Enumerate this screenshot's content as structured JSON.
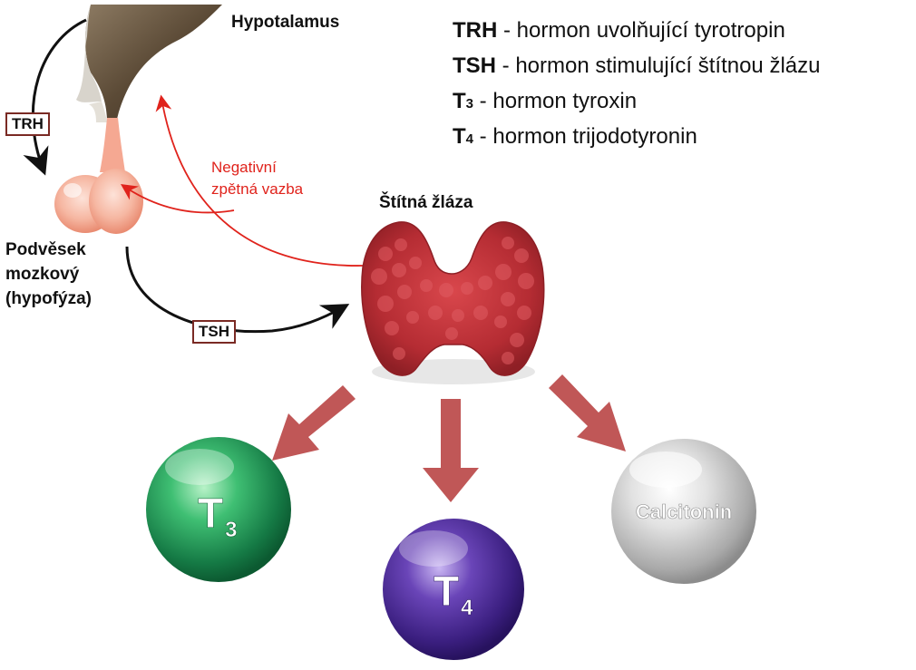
{
  "labels": {
    "hypothalamus": "Hypotalamus",
    "pituitary": [
      "Podvěsek",
      "mozkový",
      "(hypofýza)"
    ],
    "thyroid": "Štítná žláza",
    "negative_feedback": [
      "Negativní",
      "zpětná vazba"
    ],
    "trh_box": "TRH",
    "tsh_box": "TSH"
  },
  "legend": [
    {
      "code": "TRH",
      "sub": "",
      "desc": " - hormon uvolňující tyrotropin"
    },
    {
      "code": "TSH",
      "sub": "",
      "desc": " - hormon stimulující štítnou žlázu"
    },
    {
      "code": "T",
      "sub": "3",
      "desc": " - hormon tyroxin"
    },
    {
      "code": "T",
      "sub": "4",
      "desc": " - hormon trijodotyronin"
    }
  ],
  "spheres": {
    "t3": {
      "main": "T",
      "sub": "3"
    },
    "t4": {
      "main": "T",
      "sub": "4"
    },
    "calcitonin": {
      "main": "Calcitonin"
    }
  },
  "colors": {
    "feedback_red": "#e0231c",
    "arrow_black": "#111111",
    "thyroid_red": "#c0363a",
    "t3_green": "#1e9a5a",
    "t4_purple": "#4a2a8e",
    "calcitonin_gray": "#c8c8c8",
    "release_arrow": "#b53a3a"
  }
}
